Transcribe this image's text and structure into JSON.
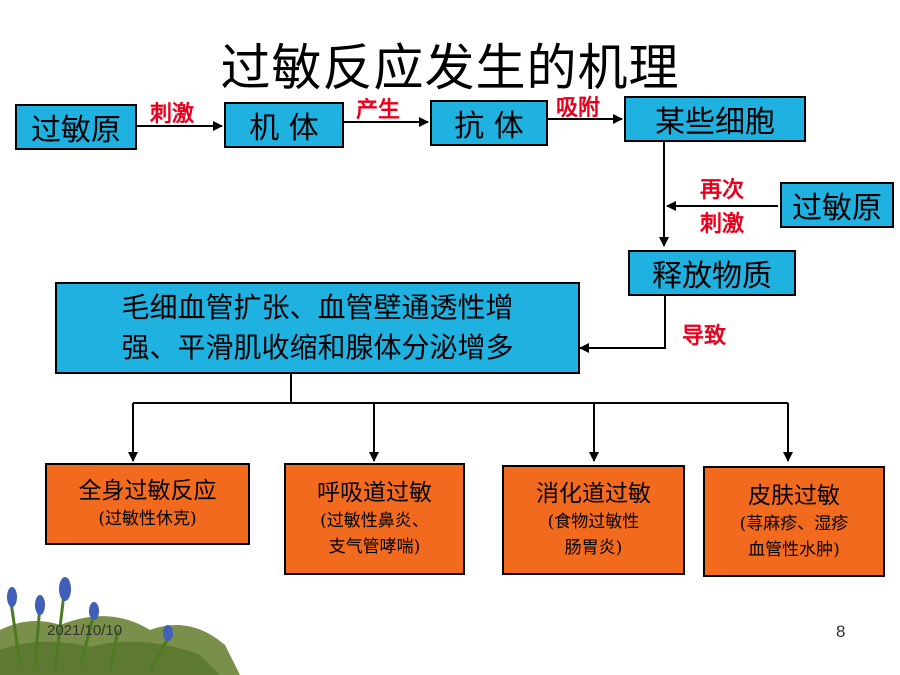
{
  "title": "过敏反应发生的机理",
  "nodes": {
    "allergen": "过敏原",
    "body": "机  体",
    "antibody": "抗  体",
    "cells": "某些细胞",
    "allergen2": "过敏原",
    "release": "释放物质",
    "effects": {
      "line1": "毛细血管扩张、血管壁通透性增",
      "line2": "强、平滑肌收缩和腺体分泌增多"
    }
  },
  "edge_labels": {
    "stimulate": "刺激",
    "produce": "产生",
    "adsorb": "吸附",
    "again": "再次",
    "stimulate2": "刺激",
    "cause": "导致"
  },
  "outcomes": [
    {
      "title": "全身过敏反应",
      "sub": [
        "(过敏性休克)"
      ]
    },
    {
      "title": "呼吸道过敏",
      "sub": [
        "(过敏性鼻炎、",
        "支气管哮喘)"
      ]
    },
    {
      "title": "消化道过敏",
      "sub": [
        "(食物过敏性",
        "肠胃炎)"
      ]
    },
    {
      "title": "皮肤过敏",
      "sub": [
        "(荨麻疹、湿疹",
        "血管性水肿)"
      ]
    }
  ],
  "footer": {
    "date": "2021/10/10",
    "page": "8"
  },
  "colors": {
    "node_blue": "#1fb1e0",
    "outcome_orange": "#f26a1e",
    "label_red": "#e8001c"
  }
}
